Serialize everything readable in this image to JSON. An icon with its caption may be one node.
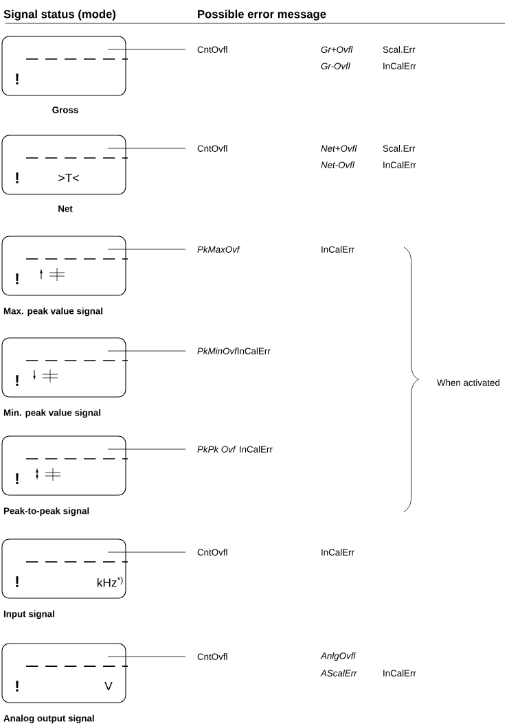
{
  "diagram": {
    "nodes": [
      {
        "text": [
          "!"
        ],
        "beside": [
          "Gross"
        ]
      },
      {
        "text": [
          "CntOvfl"
        ]
      },
      {
        "text": [
          "!",
          ">T<"
        ],
        "beside": [
          "Net"
        ]
      },
      {
        "text": [
          "CntOvfl"
        ]
      },
      {
        "text": [
          "!"
        ],
        "beside": [
          "Max. peak value signal"
        ]
      },
      {
        "text": [
          "PkMaxOvf"
        ]
      },
      {
        "text": [
          "!"
        ],
        "beside": [
          "Min. peak value signal"
        ]
      },
      {
        "text": [
          "PkMinOvf"
        ]
      },
      {
        "text": [
          "!"
        ],
        "beside": [
          "Peak-to-peak signal"
        ]
      },
      {
        "text": [
          "PkPk Ovf"
        ]
      },
      {
        "text": [
          "!",
          "kHz$^{*)}$"
        ],
        "beside": [
          "Input signal"
        ]
      },
      {
        "text": [
          "CntOvfl"
        ]
      },
      {
        "text": [
          "!",
          "V"
        ],
        "beside": [
          "Analog output signal"
        ]
      },
      {
        "text": [
          "CntOvfl"
        ]
      }
    ],
    "edges": [
      {
        "from": 1,
        "to": 0,
        "arrow": "none"
      },
      {
        "from": 3,
        "to": 2,
        "arrow": "none"
      },
      {
        "from": 5,
        "to": 4,
        "arrow": "none"
      },
      {
        "from": 7,
        "to": 6,
        "arrow": "none"
      },
      {
        "from": 9,
        "to": 8,
        "arrow": "none"
      },
      {
        "from": 11,
        "to": 10,
        "arrow": "none"
      },
      {
        "from": 13,
        "to": 12,
        "arrow": "none"
      }
    ],
    "labels": [
      "Signal status (mode)",
      "Possible error message",
      "Gr+Ovfl",
      "Scal.Err",
      "Gr-Ovfl",
      "InCalErr",
      "Net+Ovfl",
      "Scal.Err",
      "Net-Ovfl",
      "InCalErr",
      "InCalErr",
      "InCalErr",
      "InCalErr",
      "When activated",
      "InCalErr",
      "AnlgOvfl",
      "AScalErr",
      "InCalErr"
    ]
  }
}
